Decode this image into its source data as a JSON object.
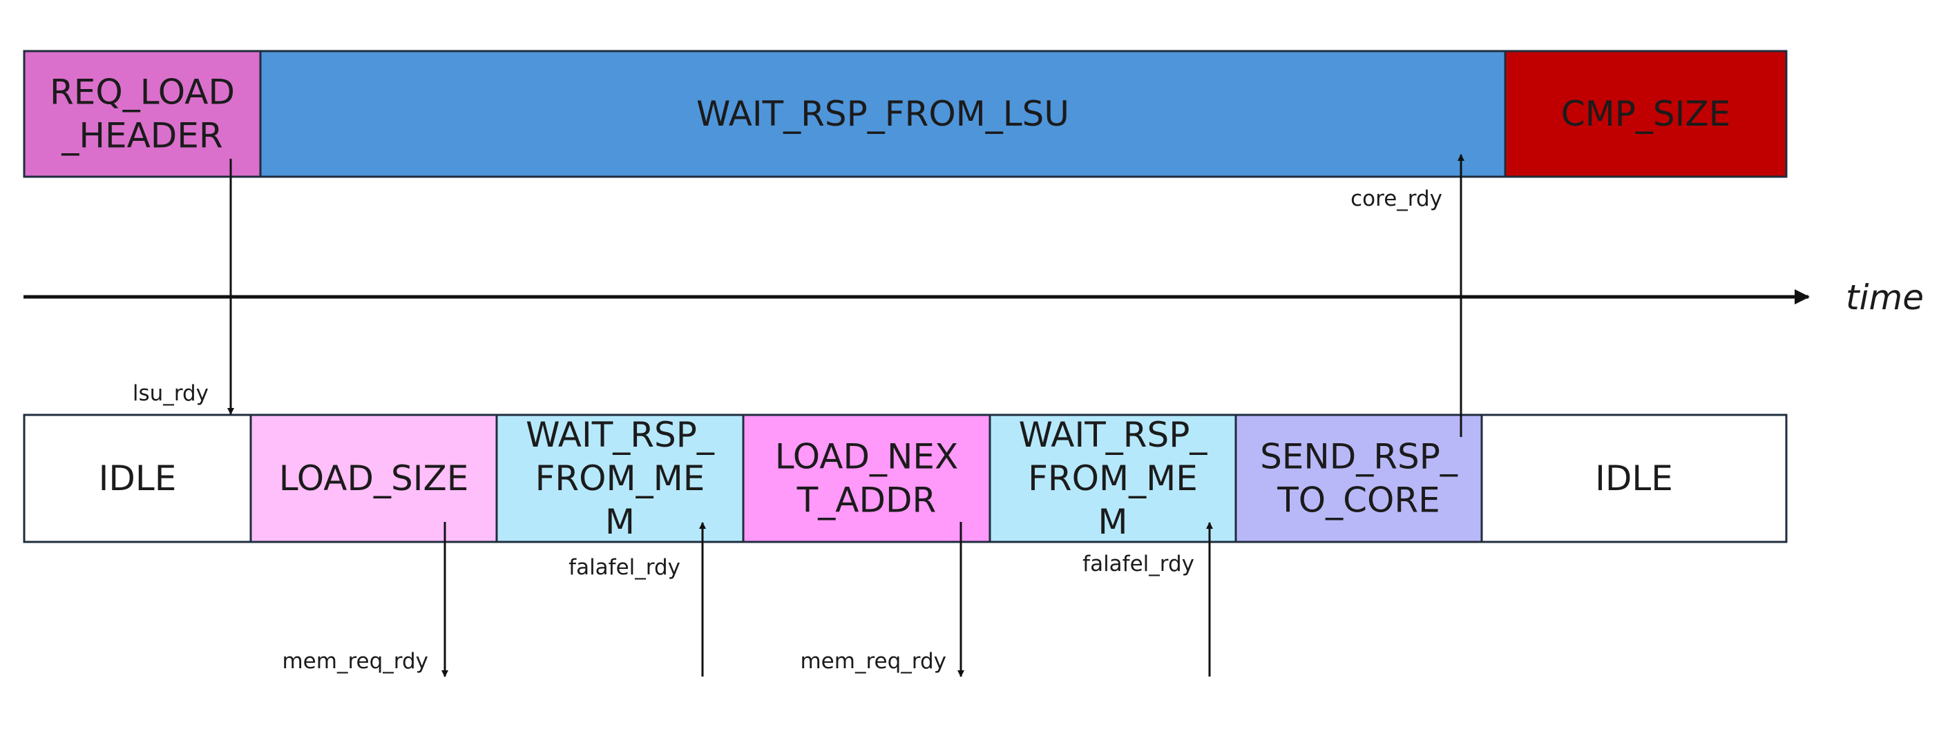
{
  "top_row": {
    "states": [
      {
        "lines": [
          "REQ_LOAD",
          "_HEADER"
        ],
        "fill": "#da70cc"
      },
      {
        "lines": [
          "WAIT_RSP_FROM_LSU"
        ],
        "fill": "#4f95da"
      },
      {
        "lines": [
          "CMP_SIZE"
        ],
        "fill": "#c00000"
      }
    ]
  },
  "bottom_row": {
    "states": [
      {
        "lines": [
          "IDLE"
        ],
        "fill": "#ffffff"
      },
      {
        "lines": [
          "LOAD_SIZE"
        ],
        "fill": "#ffbffa"
      },
      {
        "lines": [
          "WAIT_RSP_",
          "FROM_ME",
          "M"
        ],
        "fill": "#b6e8fb"
      },
      {
        "lines": [
          "LOAD_NEX",
          "T_ADDR"
        ],
        "fill": "#ff99fa"
      },
      {
        "lines": [
          "WAIT_RSP_",
          "FROM_ME",
          "M"
        ],
        "fill": "#b6e8fb"
      },
      {
        "lines": [
          "SEND_RSP_",
          "TO_CORE"
        ],
        "fill": "#b8b8f8"
      },
      {
        "lines": [
          "IDLE"
        ],
        "fill": "#ffffff"
      }
    ]
  },
  "time_axis": {
    "label": "time"
  },
  "signals": [
    {
      "label": "lsu_rdy",
      "direction": "down"
    },
    {
      "label": "core_rdy",
      "direction": "up"
    },
    {
      "label": "mem_req_rdy",
      "direction": "down"
    },
    {
      "label": "falafel_rdy",
      "direction": "up"
    },
    {
      "label": "mem_req_rdy",
      "direction": "down"
    },
    {
      "label": "falafel_rdy",
      "direction": "up"
    }
  ],
  "colors": {
    "border": "#1f2d3d",
    "line": "#111111"
  }
}
